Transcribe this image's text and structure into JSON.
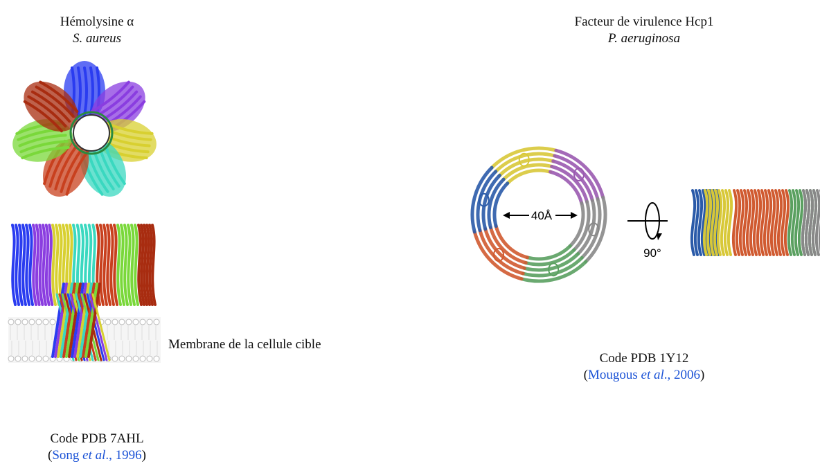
{
  "left_panel": {
    "protein_name": "Hémolysine α",
    "species": "S. aureus",
    "membrane_label": "Membrane de la cellule cible",
    "pdb_code": "Code PDB 7AHL",
    "citation": {
      "open": "(",
      "author": "Song",
      "etal": "et al",
      "year_sep": ".,",
      "year": "1996",
      "close": ")"
    }
  },
  "right_panel": {
    "protein_name": "Facteur de virulence Hcp1",
    "species": "P. aeruginosa",
    "pore_diameter_label": "40Å",
    "rotation_label": "90°",
    "pdb_code": "Code PDB 1Y12",
    "citation": {
      "open": "(",
      "author": "Mougous",
      "etal": "et al",
      "year_sep": ".,",
      "year": "2006",
      "close": ")"
    }
  },
  "colors": {
    "chains_hemolysin": [
      "#2a3cf0",
      "#8a3de0",
      "#d8d030",
      "#3ad8c0",
      "#c8401e",
      "#7ad83a",
      "#a82c10"
    ],
    "chains_hcp1": [
      "#d8c838",
      "#9a5ab0",
      "#888888",
      "#5aa060",
      "#d05a30",
      "#2a5aa8"
    ],
    "citation_link": "#1a52d6"
  }
}
